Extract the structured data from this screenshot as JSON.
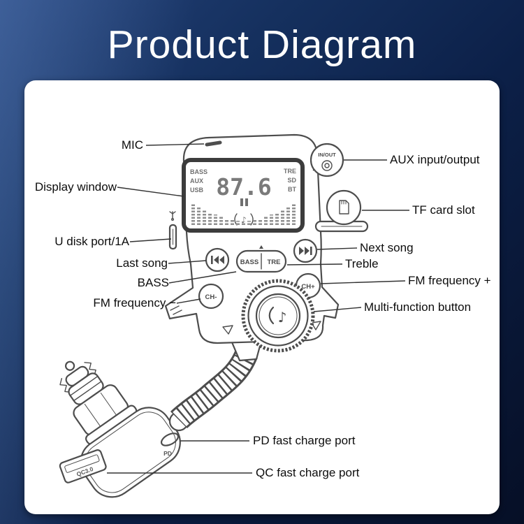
{
  "title": "Product Diagram",
  "colors": {
    "background_top": "#24427a",
    "background_bottom": "#060f26",
    "card": "#ffffff",
    "line_art": "#4d4d4d",
    "label_text": "#0d0d0d",
    "title_text": "#ffffff"
  },
  "icons": {
    "music_note": "♪"
  },
  "device": {
    "display": {
      "frequency": "87.6",
      "left_indicators": [
        "BASS",
        "AUX",
        "USB"
      ],
      "right_indicators": [
        "TRE",
        "SD",
        "BT"
      ],
      "eq_bars": [
        30,
        26,
        22,
        18,
        15,
        12,
        9,
        7,
        6,
        5,
        6,
        7,
        9,
        12,
        15,
        18,
        22,
        26,
        30
      ]
    },
    "buttons": {
      "bass": "BASS",
      "treble": "TRE",
      "ch_minus": "CH-",
      "ch_plus": "CH+"
    },
    "aux_badge": "IN/OUT",
    "ports": {
      "pd": "PD",
      "qc": "QC3.0"
    }
  },
  "labels": {
    "mic": "MIC",
    "display_window": "Display window",
    "u_disk": "U disk port/1A",
    "last_song": "Last song",
    "bass": "BASS",
    "fm_minus": "FM frequency −",
    "aux": "AUX input/output",
    "tf_card": "TF card slot",
    "next_song": "Next song",
    "treble": "Treble",
    "fm_plus": "FM frequency +",
    "multi_function": "Multi-function button",
    "pd_port": "PD fast charge port",
    "qc_port": "QC fast charge port"
  }
}
